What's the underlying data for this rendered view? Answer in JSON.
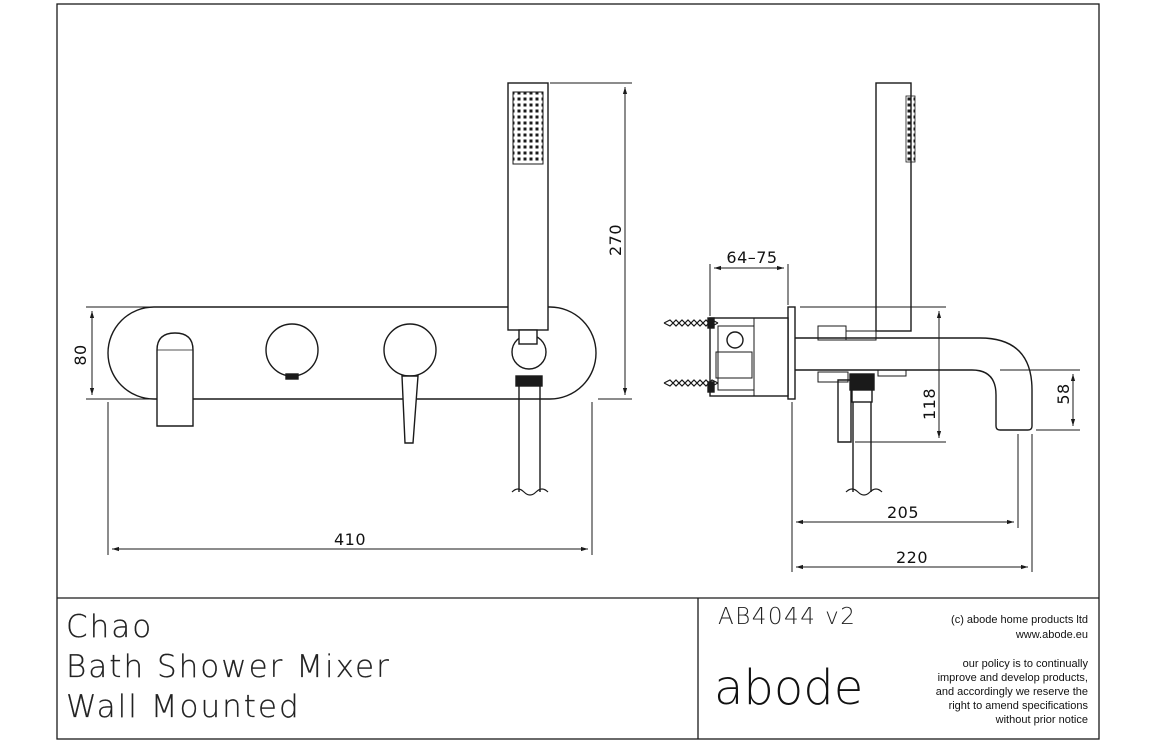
{
  "title_block": {
    "line1": "Chao",
    "line2": "Bath Shower Mixer",
    "line3": "Wall Mounted",
    "product_code": "AB4044  v2",
    "brand": "abode",
    "copyright": "(c) abode home products ltd",
    "website": "www.abode.eu",
    "policy": [
      "our policy is to continually",
      "improve and develop products,",
      "and accordingly we reserve the",
      "right to amend specifications",
      "without prior notice"
    ]
  },
  "dimensions": {
    "front_height": "80",
    "handset_height": "270",
    "front_width": "410",
    "wall_depth": "64–75",
    "side_handle_height": "118",
    "spout_height": "58",
    "spout_projection": "205",
    "overall_projection": "220"
  },
  "colors": {
    "line": "#1a1a1a",
    "background": "#ffffff"
  }
}
